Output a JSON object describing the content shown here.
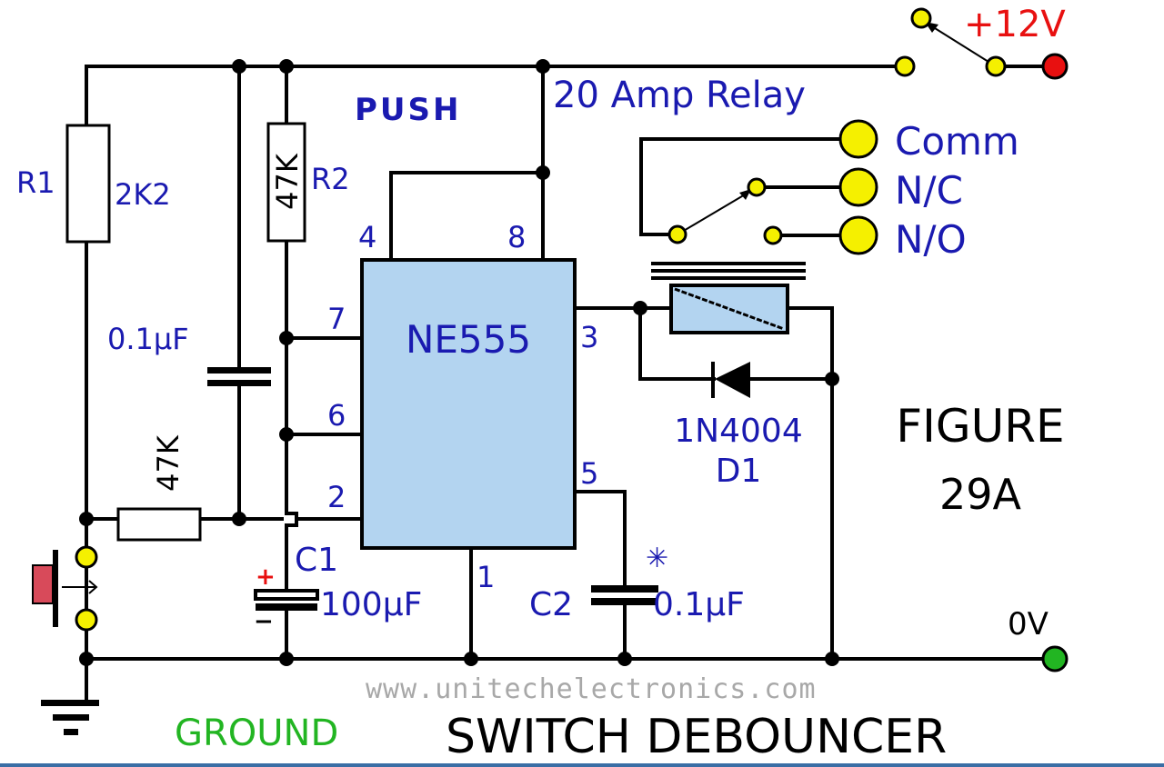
{
  "diagram": {
    "title": "SWITCH DEBOUNCER",
    "figure_line1": "FIGURE",
    "figure_line2": "29A",
    "push_label": "PUSH",
    "relay_label": "20 Amp Relay",
    "website": "www.unitechelectronics.com",
    "ground_label": "GROUND",
    "supply_label": "+12V",
    "zero_label": "0V",
    "colors": {
      "label_blue": "#1a1ab0",
      "ic_fill": "#b3d4f0",
      "terminal_yellow": "#f5f000",
      "supply_red": "#e81010",
      "zero_green": "#22b522",
      "ground_green": "#22b522",
      "plus_red": "#e81010",
      "watermark_gray": "#a8a8a8"
    },
    "components": {
      "r1": {
        "ref": "R1",
        "value": "2K2"
      },
      "r2": {
        "ref": "R2",
        "value": "47K"
      },
      "r3": {
        "value": "47K"
      },
      "c_top": {
        "value": "0.1µF"
      },
      "c1": {
        "ref": "C1",
        "value": "100µF",
        "polarity_plus": "+",
        "polarity_minus": "−"
      },
      "c2": {
        "ref": "C2",
        "value": "0.1µF",
        "note_mark": "✳"
      },
      "d1": {
        "ref": "D1",
        "part": "1N4004"
      },
      "ic": {
        "name": "NE555",
        "pins": {
          "p1": "1",
          "p2": "2",
          "p3": "3",
          "p4": "4",
          "p5": "5",
          "p6": "6",
          "p7": "7",
          "p8": "8"
        }
      }
    },
    "relay_contacts": [
      {
        "label": "Comm"
      },
      {
        "label": "N/C"
      },
      {
        "label": "N/O"
      }
    ]
  }
}
